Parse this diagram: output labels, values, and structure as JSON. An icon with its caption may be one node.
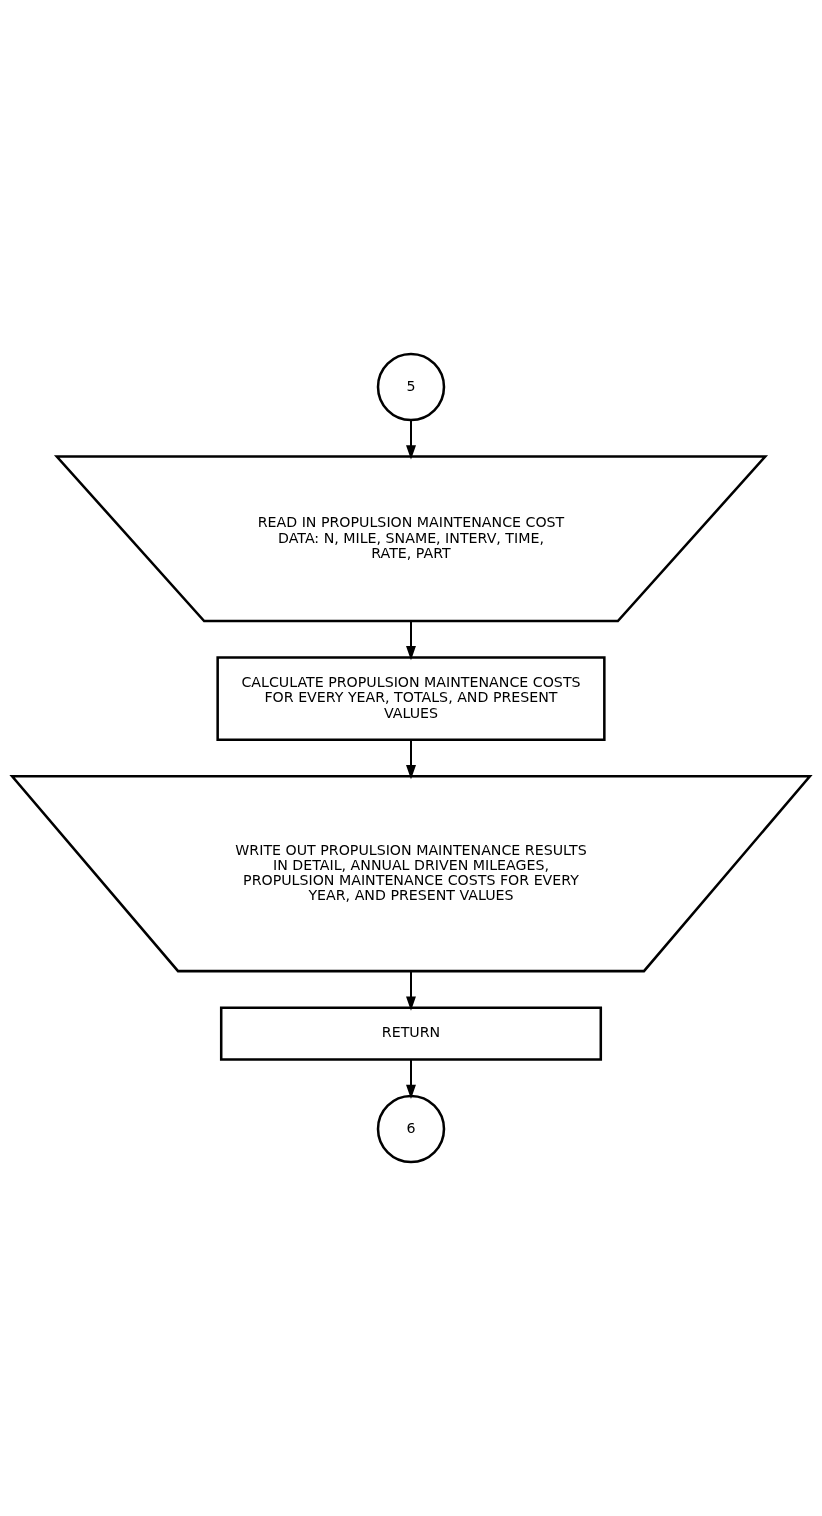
{
  "diagram": {
    "nodes": [
      {
        "text": [
          "5"
        ]
      },
      {
        "text": [
          "READ IN PROPULSION MAINTENANCE COST DATA: N, MILE, SNAME, INTERV, TIME, RATE, PART"
        ]
      },
      {
        "text": [
          "CALCULATE PROPULSION MAINTENANCE COSTS FOR EVERY YEAR, TOTALS, AND PRESENT VALUES"
        ]
      },
      {
        "text": [
          "WRITE OUT PROPULSION MAINTENANCE RESULTS IN DETAIL, ANNUAL DRIVEN MILEAGES, PROPULSION MAINTENANCE COSTS FOR EVERY YEAR, AND PRESENT VALUES"
        ]
      },
      {
        "text": [
          "RETURN"
        ]
      },
      {
        "text": [
          "6"
        ]
      }
    ],
    "edges": [
      {
        "from": 0,
        "to": 1,
        "arrow": "to"
      },
      {
        "from": 1,
        "to": 2,
        "arrow": "to"
      },
      {
        "from": 2,
        "to": 3,
        "arrow": "to"
      },
      {
        "from": 3,
        "to": 4,
        "arrow": "to"
      },
      {
        "from": 4,
        "to": 5,
        "arrow": "to"
      }
    ]
  }
}
